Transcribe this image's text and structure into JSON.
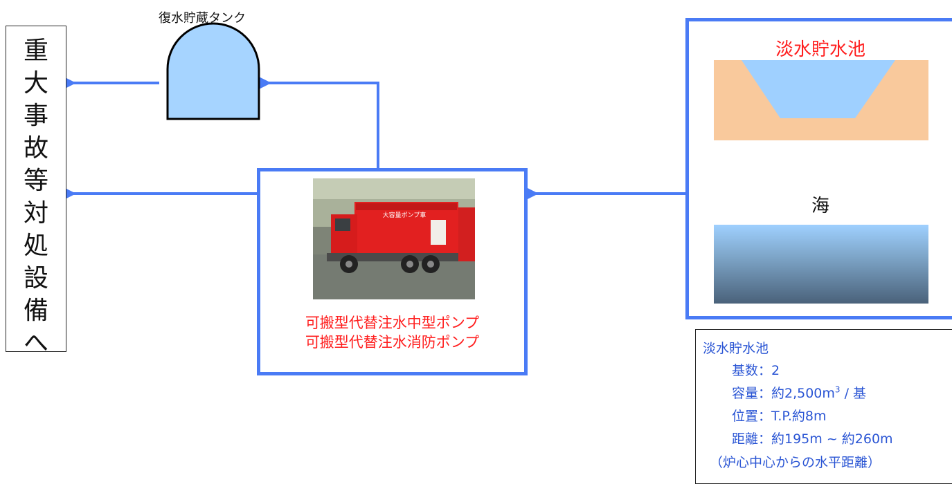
{
  "destination": {
    "label_chars": [
      "重",
      "大",
      "事",
      "故",
      "等",
      "対",
      "処",
      "設",
      "備",
      "へ"
    ]
  },
  "tank": {
    "caption": "復水貯蔵タンク"
  },
  "pump": {
    "line1": "可搬型代替注水中型ポンプ",
    "line2": "可搬型代替注水消防ポンプ",
    "photo_sign": "大容量ポンプ車"
  },
  "source": {
    "pond_title": "淡水貯水池",
    "sea_label": "海"
  },
  "info": {
    "title": "淡水貯水池",
    "count": "基数：2",
    "capacity_prefix": "容量：約2,500m",
    "capacity_sup": "3",
    "capacity_suffix": " / 基",
    "location": "位置：T.P.約8m",
    "distance": "距離：約195m ~ 約260m",
    "distance_note": "（炉心中心からの水平距離）"
  },
  "colors": {
    "flow_arrow": "#4a7bf5",
    "tank_fill": "#a6d4ff",
    "red_text": "#ff1e1e",
    "info_text": "#2a55d4",
    "pond_earth": "#f9c99c",
    "pond_water": "#9fd0ff"
  }
}
